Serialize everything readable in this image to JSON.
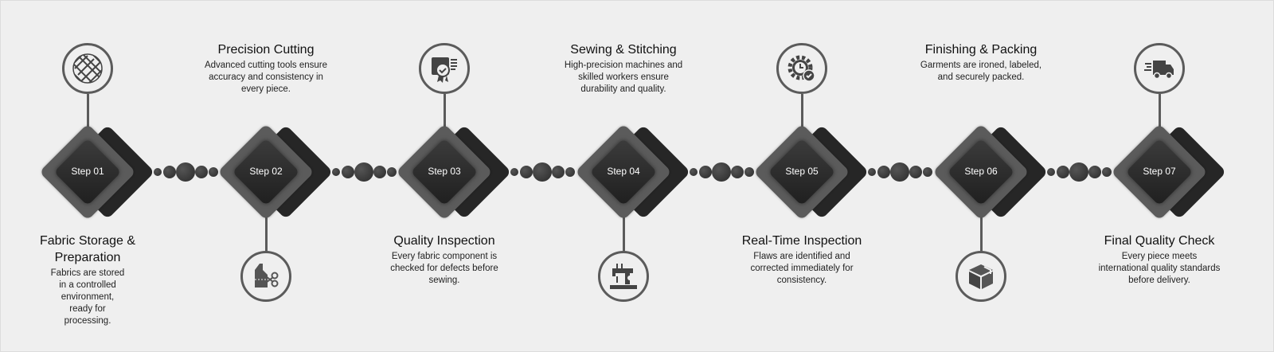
{
  "steps": [
    {
      "label": "Step 01",
      "title": "Fabric Storage & Preparation",
      "desc": "Fabrics are stored in a controlled environment, ready for processing.",
      "icon": "fabric-weave-icon",
      "position": "icon-top"
    },
    {
      "label": "Step 02",
      "title": "Precision Cutting",
      "desc": "Advanced cutting tools ensure accuracy and consistency in every piece.",
      "icon": "cutting-scissors-icon",
      "position": "icon-bottom"
    },
    {
      "label": "Step 03",
      "title": "Quality Inspection",
      "desc": "Every fabric component is checked for defects before sewing.",
      "icon": "quality-certificate-icon",
      "position": "icon-top"
    },
    {
      "label": "Step 04",
      "title": "Sewing & Stitching",
      "desc": "High-precision machines and skilled workers ensure durability and quality.",
      "icon": "sewing-machine-icon",
      "position": "icon-bottom"
    },
    {
      "label": "Step 05",
      "title": "Real-Time Inspection",
      "desc": "Flaws are identified and corrected immediately for consistency.",
      "icon": "gear-clock-check-icon",
      "position": "icon-top"
    },
    {
      "label": "Step 06",
      "title": "Finishing & Packing",
      "desc": "Garments are ironed, labeled, and securely packed.",
      "icon": "package-box-icon",
      "position": "icon-bottom"
    },
    {
      "label": "Step 07",
      "title": "Final Quality Check",
      "desc": "Every piece meets international quality standards before delivery.",
      "icon": "delivery-truck-icon",
      "position": "icon-top"
    }
  ],
  "colors": {
    "background": "#efefef",
    "diamond": "#5b5b5b",
    "diamond_back": "#262626",
    "inner": "#2a2a2a"
  }
}
